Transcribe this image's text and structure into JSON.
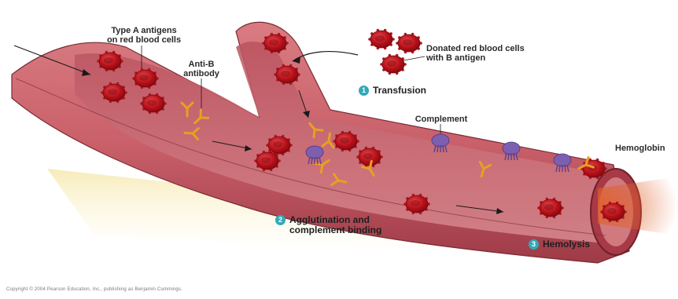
{
  "labels": {
    "type_a": "Type A antigens\non red blood cells",
    "anti_b": "Anti-B\nantibody",
    "donated": "Donated red blood cells\nwith B antigen",
    "complement": "Complement",
    "hemoglobin": "Hemoglobin"
  },
  "steps": [
    {
      "number": "1",
      "text": "Transfusion"
    },
    {
      "number": "2",
      "text": "Agglutination and\ncomplement binding"
    },
    {
      "number": "3",
      "text": "Hemolysis"
    }
  ],
  "copyright": "Copyright © 2004 Pearson Education, Inc., publishing as Benjamin Cummings.",
  "colors": {
    "vessel": "#c9606a",
    "vessel_dark": "#8f2e3a",
    "rbc": "#c2121c",
    "antibody": "#e8a020",
    "complement": "#7d5fb0",
    "badge": "#33a9b6"
  }
}
